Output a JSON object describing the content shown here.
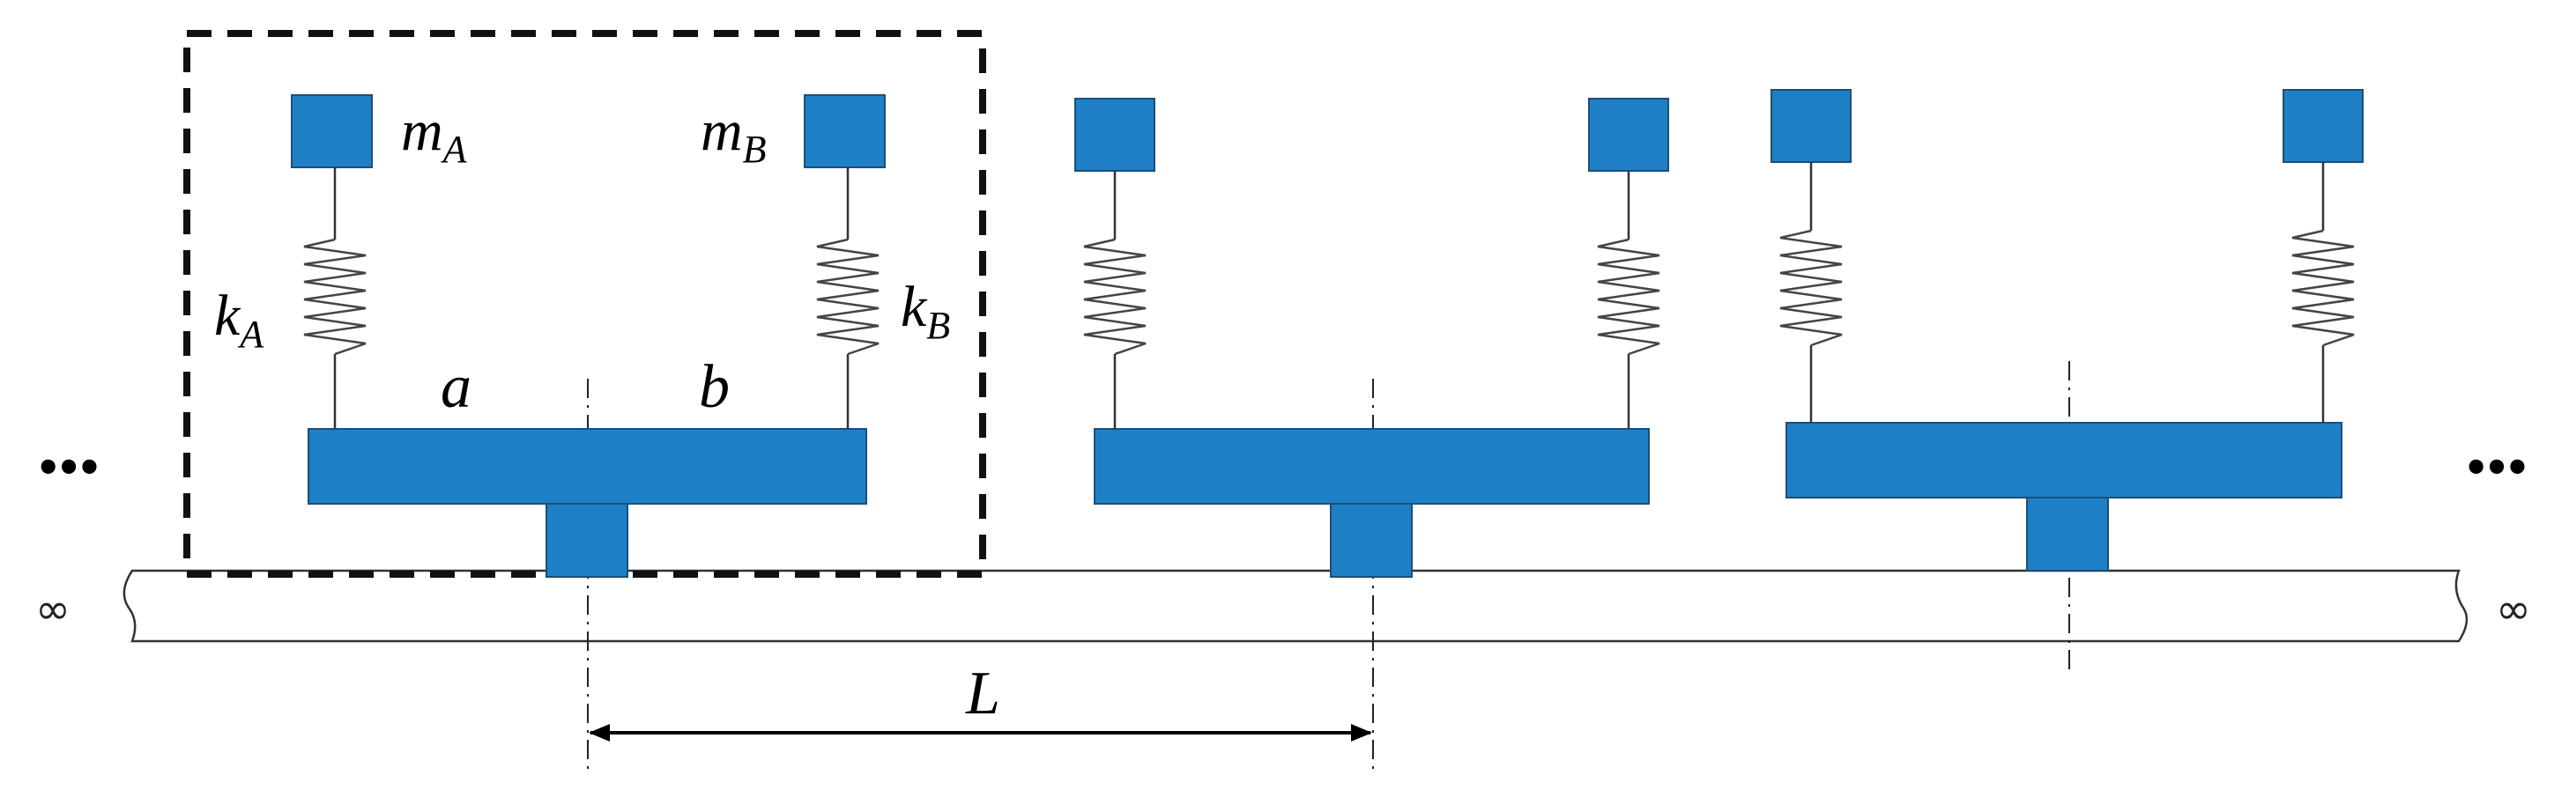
{
  "labels": {
    "mass_a": "m",
    "mass_a_sub": "A",
    "mass_b": "m",
    "mass_b_sub": "B",
    "spring_a": "k",
    "spring_a_sub": "A",
    "spring_b": "k",
    "spring_b_sub": "B",
    "arm_a": "a",
    "arm_b": "b",
    "spacing": "L",
    "ellipsis_left": "•••",
    "ellipsis_right": "•••",
    "infinity_left": "∞",
    "infinity_right": "∞"
  },
  "colors": {
    "block": "#1f7fc6",
    "line": "#333333"
  }
}
